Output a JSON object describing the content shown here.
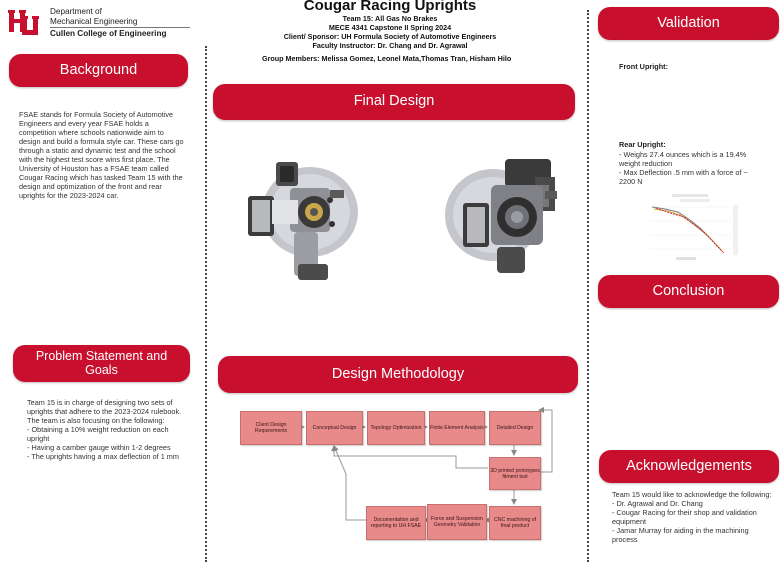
{
  "logo": {
    "line1": "Department of",
    "line2": "Mechanical Engineering",
    "line3": "Cullen College of Engineering"
  },
  "header": {
    "title": "Cougar Racing Uprights",
    "team": "Team 15: All Gas No Brakes",
    "course": "MECE  4341 Capstone II Spring 2024",
    "sponsor": "Client/ Sponsor: UH Formula Society of Automotive Engineers",
    "instructor": "Faculty Instructor: Dr. Chang and Dr. Agrawal",
    "members": "Group Members: Melissa Gomez, Leonel Mata,Thomas Tran, Hisham Hilo"
  },
  "sections": {
    "background": {
      "title": "Background",
      "text": "FSAE stands for Formula Society of Automotive Engineers and every year FSAE holds a competition where schools nationwide aim to design and build a formula style car. These cars go through a static and dynamic test and the school with the highest test score wins first place. The University of Houston has a FSAE team called Cougar Racing which has tasked Team 15 with the design and optimization of the front and rear uprights for the 2023-2024 car."
    },
    "problem": {
      "title": "Problem Statement and Goals",
      "intro": "Team 15 is in charge of designing two sets of uprights that adhere to the 2023-2024 rulebook. The team is also focusing on the following:",
      "items": [
        "- Obtaining a 10% weight reduction on each upright",
        "-  Having a camber gauge within 1-2 degrees",
        "- The uprights having a max deflection of 1 mm"
      ]
    },
    "final_design": {
      "title": "Final Design"
    },
    "methodology": {
      "title": "Design Methodology",
      "flow": {
        "client": "Client Design Requirements",
        "conceptual": "Conceptual Design",
        "topology": "Topology Optimization",
        "fea": "Finite Element Analysis",
        "detailed": "Detailed Design",
        "printed": "3D printed prototypes fitment test",
        "cnc": "CNC machining of final product",
        "force": "Force and Suspension Geometry Validation",
        "docs": "Documentation and reporting to UH FSAE"
      }
    },
    "validation": {
      "title": "Validation",
      "front_label": "Front Upright:",
      "rear_label": "Rear Upright:",
      "rear_items": [
        "- Weighs 27.4 ounces which is a 19.4% weight reduction",
        "- Max Deflection .5 mm with a force of ~ 2200 N"
      ]
    },
    "conclusion": {
      "title": "Conclusion"
    },
    "acknowledgements": {
      "title": "Acknowledgements",
      "intro": "Team 15 would like to acknowledge the following:",
      "items": [
        "- Dr. Agrawal and Dr. Chang",
        "- Cougar Racing for their shop and validation equipment",
        "- Jamar Murray for aiding in the machining process"
      ]
    }
  },
  "colors": {
    "accent": "#c8102e",
    "flow_box": "#e88a8a"
  }
}
